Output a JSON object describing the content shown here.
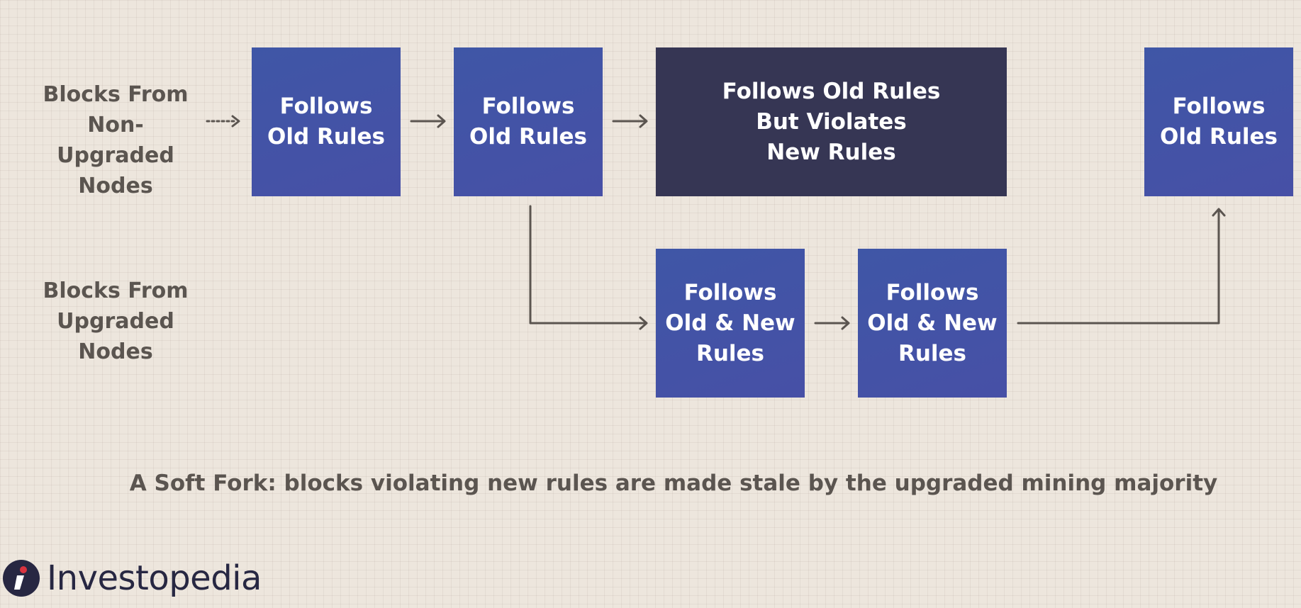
{
  "row_labels": {
    "non_upgraded": [
      "Blocks From",
      "Non-Upgraded",
      "Nodes"
    ],
    "upgraded": [
      "Blocks From",
      "Upgraded",
      "Nodes"
    ]
  },
  "blocks": {
    "top_1": [
      "Follows",
      "Old Rules"
    ],
    "top_2": [
      "Follows",
      "Old Rules"
    ],
    "top_3": [
      "Follows Old Rules",
      "But Violates",
      "New Rules"
    ],
    "top_4": [
      "Follows",
      "Old Rules"
    ],
    "bottom_1": [
      "Follows",
      "Old & New",
      "Rules"
    ],
    "bottom_2": [
      "Follows",
      "Old & New",
      "Rules"
    ]
  },
  "caption": "A Soft Fork: blocks violating new rules are made stale by the upgraded mining majority",
  "logo": {
    "wordmark": "Investopedia"
  },
  "colors": {
    "background": "#ede6dd",
    "block": "#4350a6",
    "stale_block": "#363654",
    "text_gray": "#5b5550",
    "arrow": "#5b5550",
    "logo": "#272742"
  }
}
